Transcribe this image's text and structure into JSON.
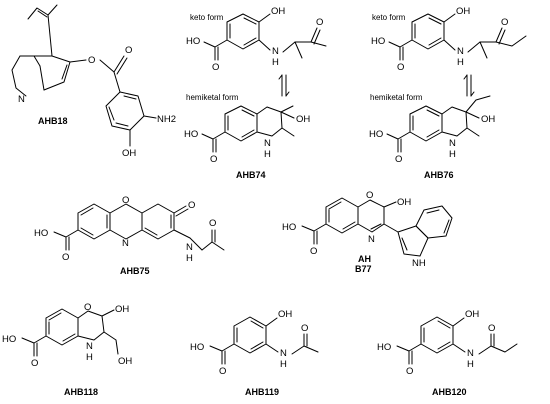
{
  "compounds": [
    {
      "label": "AHB18",
      "atoms": [
        "N",
        "O",
        "O",
        "NH2",
        "OH"
      ]
    },
    {
      "label": "AHB74",
      "atoms": [
        "OH",
        "HO",
        "O",
        "N",
        "H",
        "O",
        "HO",
        "O",
        "OH",
        "N",
        "H"
      ],
      "notes": [
        "keto form",
        "hemiketal form"
      ]
    },
    {
      "label": "AHB76",
      "atoms": [
        "OH",
        "HO",
        "O",
        "N",
        "H",
        "O",
        "HO",
        "O",
        "OH",
        "N",
        "H"
      ],
      "notes": [
        "keto form",
        "hemiketal form"
      ]
    },
    {
      "label": "AHB75",
      "atoms": [
        "O",
        "O",
        "N",
        "HO",
        "O",
        "N",
        "H",
        "O"
      ]
    },
    {
      "label_lines": [
        "AH",
        "B77"
      ],
      "atoms": [
        "O",
        "OH",
        "N",
        "HO",
        "O",
        "NH"
      ]
    },
    {
      "label": "AHB118",
      "atoms": [
        "O",
        "OH",
        "HO",
        "O",
        "N",
        "H",
        "OH"
      ]
    },
    {
      "label": "AHB119",
      "atoms": [
        "OH",
        "HO",
        "O",
        "N",
        "H",
        "O"
      ]
    },
    {
      "label": "AHB120",
      "atoms": [
        "OH",
        "HO",
        "O",
        "N",
        "H",
        "O"
      ]
    }
  ]
}
